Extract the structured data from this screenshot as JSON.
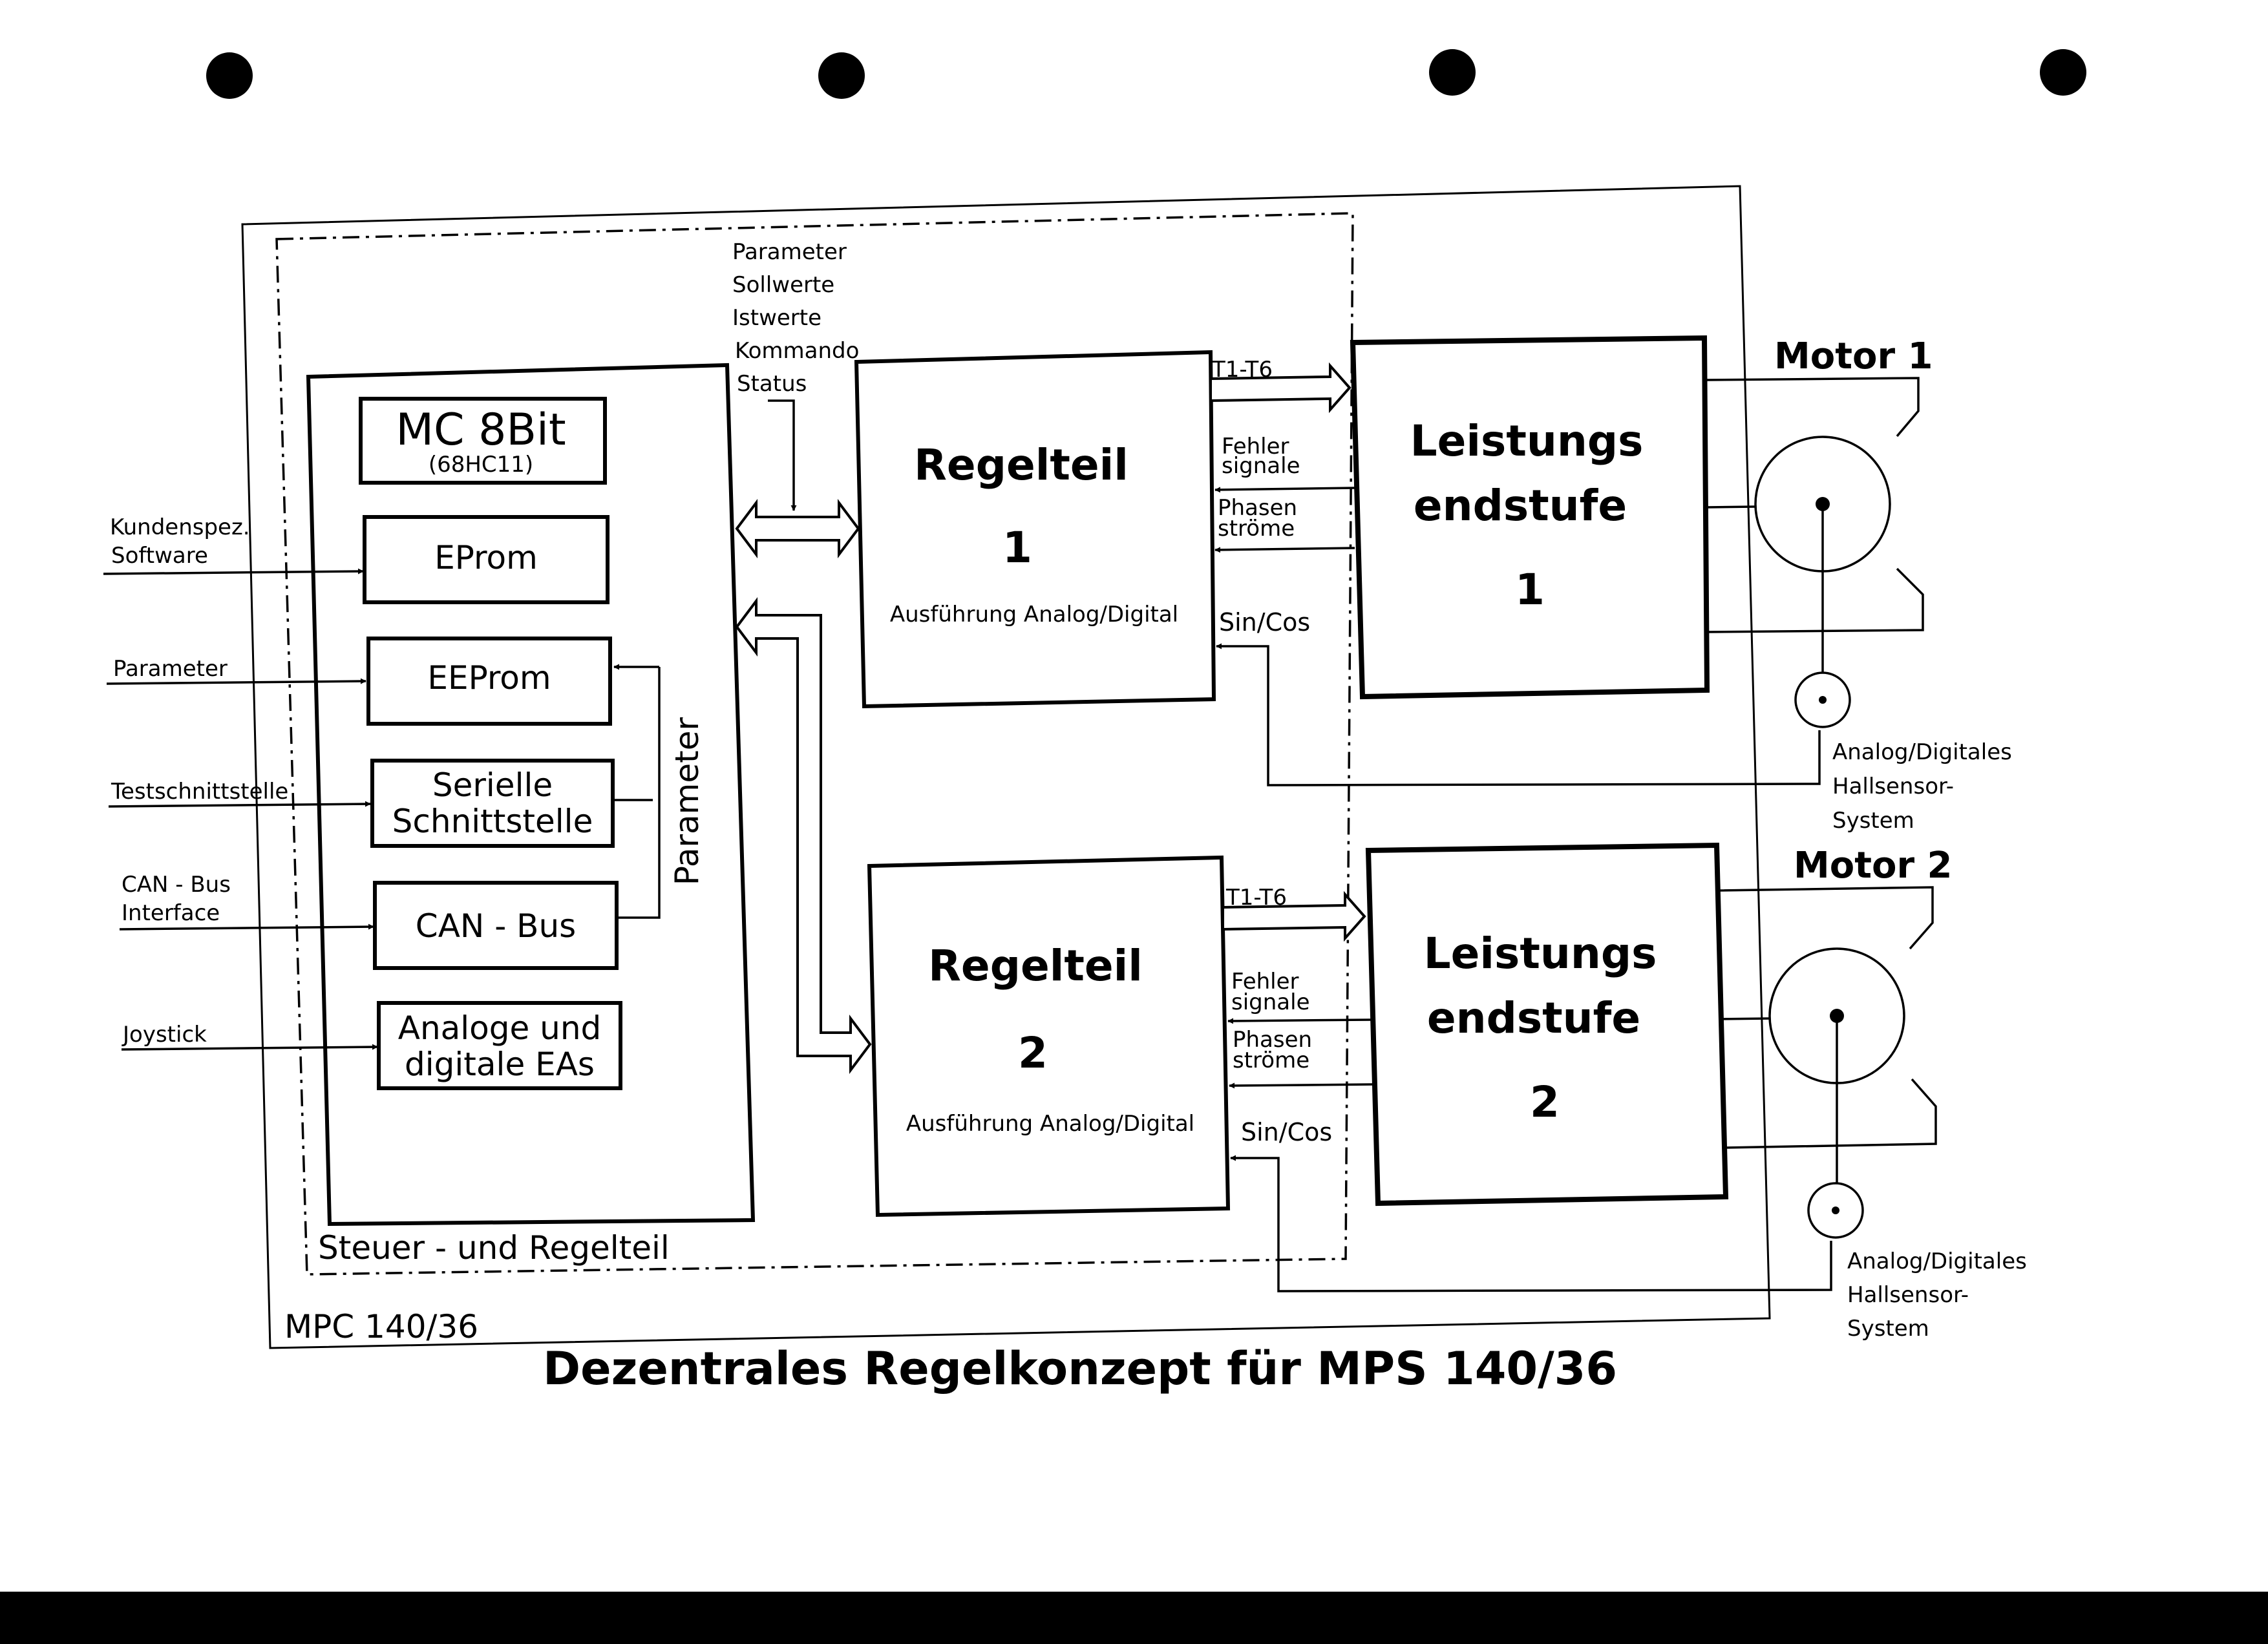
{
  "title": "Dezentrales Regelkonzept für MPS 140/36",
  "outer_frame_label": "MPC 140/36",
  "inner_frame_label": "Steuer - und Regelteil",
  "bus_labels": [
    "Parameter",
    "Sollwerte",
    "Istwerte",
    "Kommando",
    "Status"
  ],
  "mc": {
    "title": "MC  8Bit",
    "subtitle": "(68HC11)",
    "eprom": "EProm",
    "eeprom": "EEProm",
    "serial_line1": "Serielle",
    "serial_line2": "Schnittstelle",
    "can_bus": "CAN - Bus",
    "analog_line1": "Analoge und",
    "analog_line2": "digitale EAs",
    "parameter_vertical": "Parameter"
  },
  "inputs": {
    "kundenspez_line1": "Kundenspez.",
    "kundenspez_line2": "Software",
    "parameter": "Parameter",
    "test": "Testschnittstelle",
    "can_line1": "CAN - Bus",
    "can_line2": "Interface",
    "joystick": "Joystick"
  },
  "channels": [
    {
      "regel_title": "Regelteil",
      "regel_num": "1",
      "regel_note": "Ausführung Analog/Digital",
      "t1t6": "T1-T6",
      "fehler_line1": "Fehler",
      "fehler_line2": "signale",
      "phasen_line1": "Phasen",
      "phasen_line2": "ströme",
      "sincos": "Sin/Cos",
      "leistung_line1": "Leistungs",
      "leistung_line2": "endstufe",
      "leistung_num": "1",
      "motor": "Motor 1",
      "hall_line1": "Analog/Digitales",
      "hall_line2": "Hallsensor-",
      "hall_line3": "System"
    },
    {
      "regel_title": "Regelteil",
      "regel_num": "2",
      "regel_note": "Ausführung Analog/Digital",
      "t1t6": "T1-T6",
      "fehler_line1": "Fehler",
      "fehler_line2": "signale",
      "phasen_line1": "Phasen",
      "phasen_line2": "ströme",
      "sincos": "Sin/Cos",
      "leistung_line1": "Leistungs",
      "leistung_line2": "endstufe",
      "leistung_num": "2",
      "motor": "Motor 2",
      "hall_line1": "Analog/Digitales",
      "hall_line2": "Hallsensor-",
      "hall_line3": "System"
    }
  ]
}
